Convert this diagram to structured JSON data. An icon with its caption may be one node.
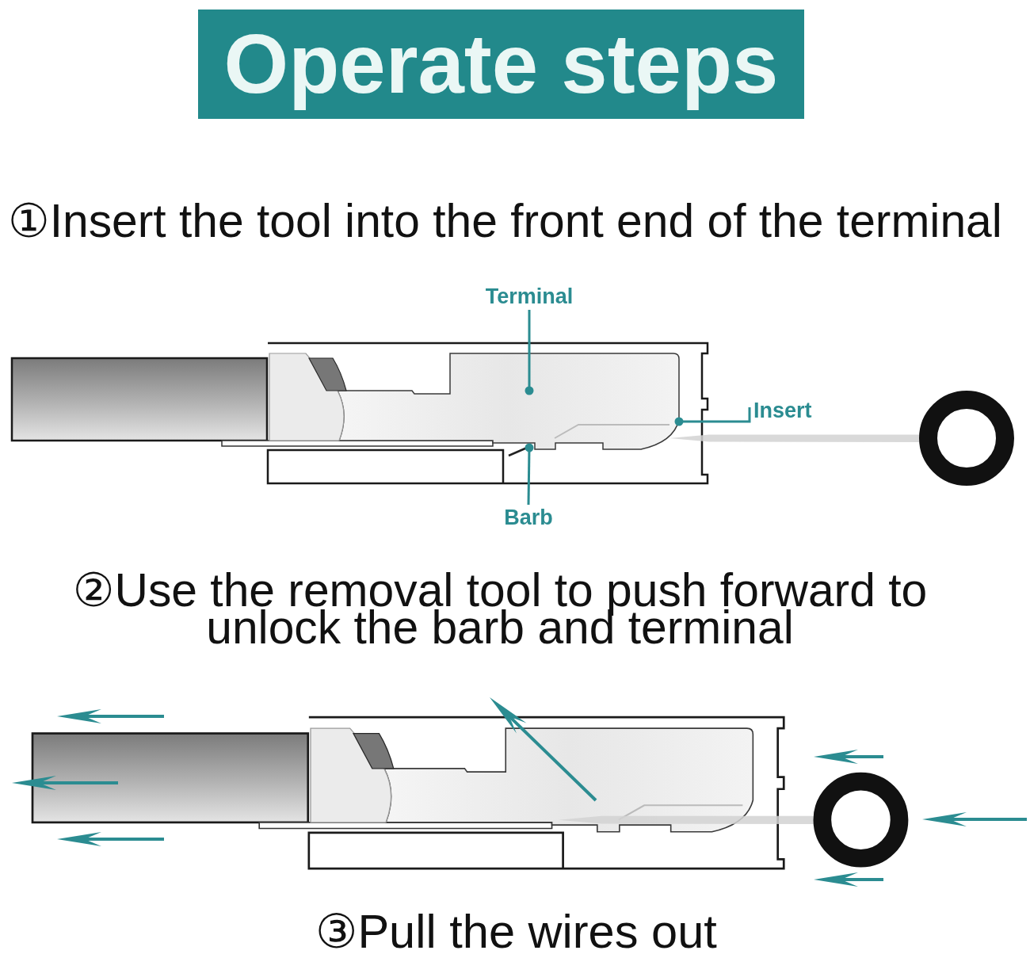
{
  "diagram": {
    "title": "Operate steps",
    "nodes": [
      {
        "text": [
          "Terminal"
        ]
      },
      {
        "text": [],
        "shape": "picture"
      },
      {
        "text": [
          "Insert"
        ]
      },
      {
        "text": [
          "Barb"
        ]
      },
      {
        "text": [],
        "shape": "picture"
      },
      {
        "text": [],
        "shape": "picture"
      }
    ],
    "edges": [
      {
        "from": 0,
        "to": 1,
        "arrow": "other"
      },
      {
        "from": 2,
        "to": 1,
        "arrow": "other"
      },
      {
        "from": 3,
        "to": 4,
        "arrow": "other"
      }
    ],
    "labels": [
      "①Insert the tool into the front end of the terminal",
      "②Use the removal tool to push forward to unlock the barb and terminal",
      "③Pull the wires out"
    ]
  }
}
